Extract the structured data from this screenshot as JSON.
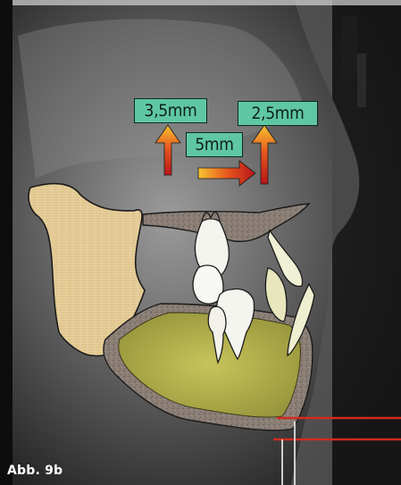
{
  "figure": {
    "label": "Abb. 9b"
  },
  "annotations": {
    "left_vertical": "3,5mm",
    "right_vertical": "2,5mm",
    "horizontal": "5mm"
  },
  "colors": {
    "label_fill": "#5fc7a4",
    "ramus_fill": "#e7cf9a",
    "bone_gray": "#8b7f76",
    "mandible_fill": "#b9b64a",
    "reference_line": "#d12b1f",
    "arrow_top": "#f6c431",
    "arrow_bottom": "#b81419"
  },
  "icons": {
    "vertical_arrow_left": "arrow-up-icon",
    "vertical_arrow_right": "arrow-up-icon",
    "horizontal_arrow": "arrow-right-icon"
  }
}
